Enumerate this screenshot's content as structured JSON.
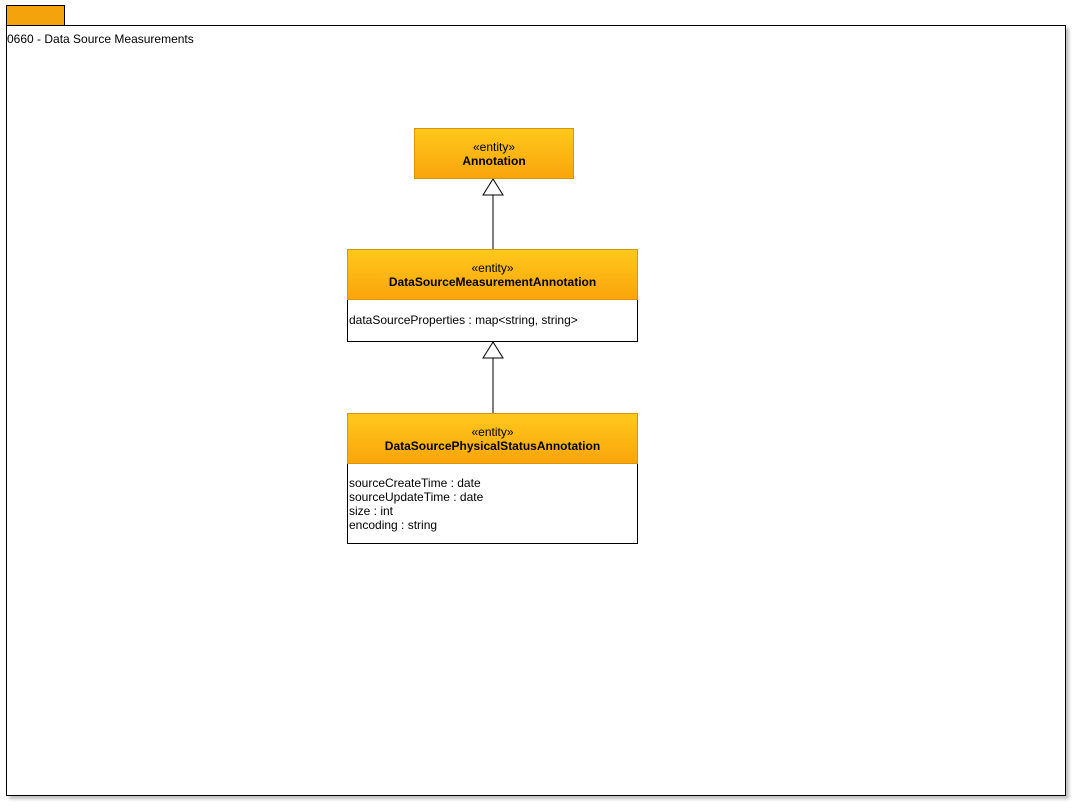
{
  "package": {
    "title": "0660 - Data Source Measurements"
  },
  "classes": {
    "annotation": {
      "stereotype": "«entity»",
      "name": "Annotation",
      "attributes": []
    },
    "data_source_measurement_annotation": {
      "stereotype": "«entity»",
      "name": "DataSourceMeasurementAnnotation",
      "attributes": [
        "dataSourceProperties : map<string, string>"
      ]
    },
    "data_source_physical_status_annotation": {
      "stereotype": "«entity»",
      "name": "DataSourcePhysicalStatusAnnotation",
      "attributes": [
        "sourceCreateTime : date",
        "sourceUpdateTime : date",
        "size : int",
        "encoding : string"
      ]
    }
  },
  "relationships": [
    {
      "type": "generalization",
      "from": "DataSourceMeasurementAnnotation",
      "to": "Annotation"
    },
    {
      "type": "generalization",
      "from": "DataSourcePhysicalStatusAnnotation",
      "to": "DataSourceMeasurementAnnotation"
    }
  ],
  "colors": {
    "header_top": "#ffc81c",
    "header_bottom": "#f9a50b",
    "package_tab": "#f5a30c"
  }
}
